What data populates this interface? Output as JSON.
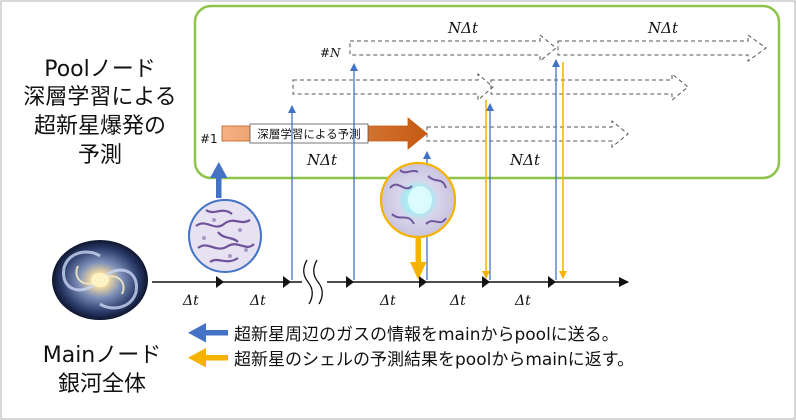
{
  "pool_node": {
    "label_lines": [
      "Poolノード",
      "深層学習による",
      "超新星爆発の",
      "予測"
    ]
  },
  "main_node": {
    "label_lines": [
      "Mainノード",
      "銀河全体"
    ]
  },
  "markers": {
    "first": "#1",
    "last": "#N"
  },
  "prediction_arrow": {
    "label": "深層学習による予測"
  },
  "interval_labels": {
    "long": "NΔt",
    "short": "Δt"
  },
  "legend": [
    {
      "color": "#4472c4",
      "text": "超新星周辺のガスの情報をmainからpoolに送る。"
    },
    {
      "color": "#f5b300",
      "text": "超新星のシェルの予測結果をpoolからmainに返す。"
    }
  ],
  "colors": {
    "pool_frame": "#8dc44a",
    "send_arrow": "#4472c4",
    "return_arrow": "#f5b300",
    "prediction_start": "#f4b183",
    "prediction_end": "#c55a11"
  },
  "icons": {
    "galaxy": "spiral-galaxy-icon",
    "gas_cloud": "gas-distribution-icon",
    "shell": "supernova-shell-icon"
  }
}
